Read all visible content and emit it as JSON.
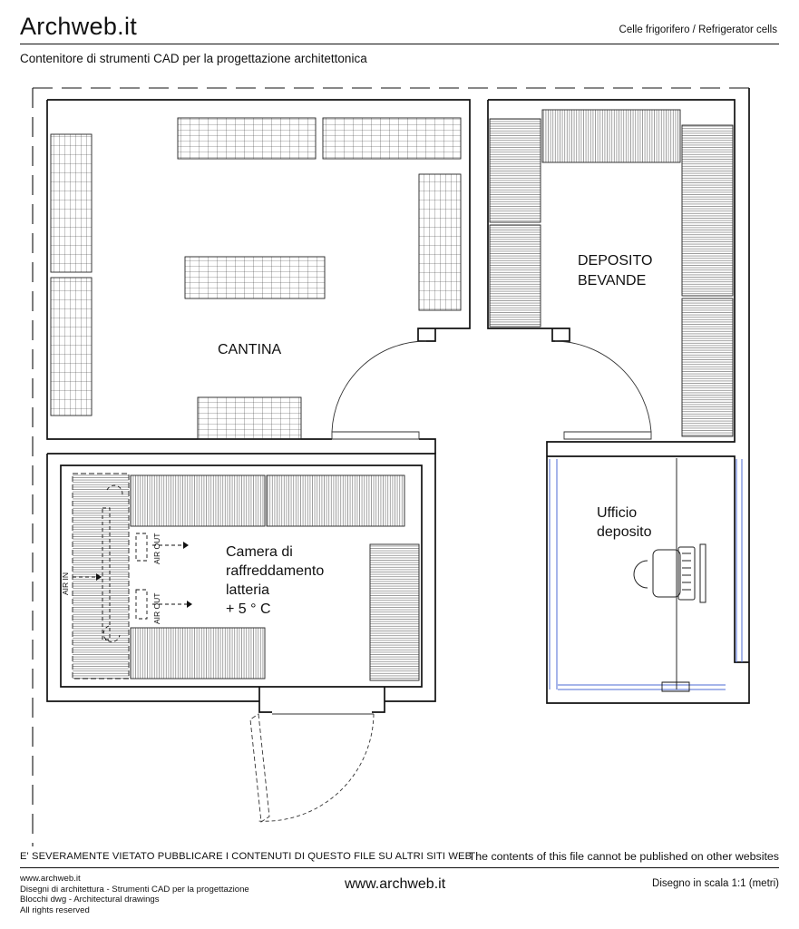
{
  "header": {
    "brand": "Archweb.it",
    "title": "Celle frigorifero  /  Refrigerator cells",
    "subtitle": "Contenitore di strumenti CAD per la progettazione architettonica"
  },
  "plan": {
    "rooms": {
      "cantina": "CANTINA",
      "deposito_line1": "DEPOSITO",
      "deposito_line2": "BEVANDE",
      "ufficio_line1": "Ufficio",
      "ufficio_line2": "deposito",
      "camera_line1": "Camera di",
      "camera_line2": "raffreddamento",
      "camera_line3": "latteria",
      "camera_line4": "+  5 ° C"
    },
    "airflow": {
      "air_in": "AIR  IN",
      "air_out_1": "AIR  OUT",
      "air_out_2": "AIR  OUT"
    }
  },
  "footer": {
    "warning_it": "E' SEVERAMENTE VIETATO PUBBLICARE I CONTENUTI DI QUESTO FILE SU ALTRI SITI WEB",
    "warning_en": "The contents of this file cannot be published on other websites",
    "left_lines": [
      "www.archweb.it",
      "Disegni di architettura - Strumenti CAD  per la progettazione",
      "Blocchi dwg - Architectural drawings",
      "All rights reserved"
    ],
    "center": "www.archweb.it",
    "scale": "Disegno in scala 1:1 (metri)"
  }
}
